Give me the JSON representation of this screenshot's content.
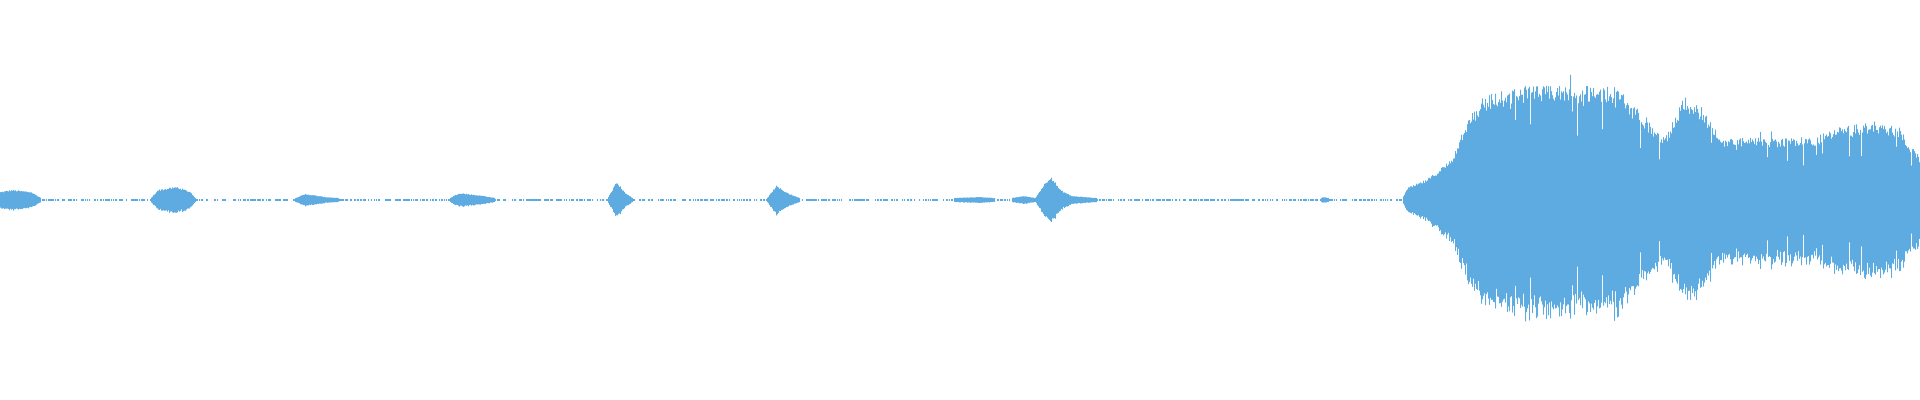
{
  "waveform": {
    "color": "#5dabe1",
    "background": "#ffffff",
    "envelope_time_percent_vs_amplitude": [
      [
        0,
        0.04
      ],
      [
        0.6,
        0.05
      ],
      [
        1.6,
        0.04
      ],
      [
        2.2,
        0.005
      ],
      [
        7.8,
        0.005
      ],
      [
        8.2,
        0.05
      ],
      [
        9.2,
        0.065
      ],
      [
        9.9,
        0.04
      ],
      [
        10.2,
        0.005
      ],
      [
        15.2,
        0.005
      ],
      [
        15.9,
        0.03
      ],
      [
        16.9,
        0.015
      ],
      [
        18.5,
        0.004
      ],
      [
        23.3,
        0.005
      ],
      [
        23.9,
        0.035
      ],
      [
        25.2,
        0.02
      ],
      [
        26.1,
        0.004
      ],
      [
        31.6,
        0.005
      ],
      [
        32.1,
        0.09
      ],
      [
        32.5,
        0.04
      ],
      [
        33.0,
        0.004
      ],
      [
        39.9,
        0.005
      ],
      [
        40.4,
        0.07
      ],
      [
        41.1,
        0.03
      ],
      [
        41.8,
        0.004
      ],
      [
        49.1,
        0.008
      ],
      [
        51.0,
        0.015
      ],
      [
        51.8,
        0.01
      ],
      [
        52.3,
        0.004
      ],
      [
        53.3,
        0.02
      ],
      [
        53.9,
        0.01
      ],
      [
        54.3,
        0.07
      ],
      [
        54.7,
        0.12
      ],
      [
        55.2,
        0.05
      ],
      [
        55.8,
        0.02
      ],
      [
        57.1,
        0.01
      ],
      [
        57.7,
        0.004
      ],
      [
        68.6,
        0.004
      ],
      [
        68.9,
        0.015
      ],
      [
        69.5,
        0.004
      ],
      [
        73.0,
        0.006
      ],
      [
        73.3,
        0.06
      ],
      [
        74.3,
        0.1
      ],
      [
        75.6,
        0.2
      ],
      [
        76.2,
        0.35
      ],
      [
        77.2,
        0.5
      ],
      [
        79.1,
        0.55
      ],
      [
        84.2,
        0.55
      ],
      [
        85.1,
        0.45
      ],
      [
        86.1,
        0.35
      ],
      [
        86.7,
        0.3
      ],
      [
        87.7,
        0.5
      ],
      [
        88.6,
        0.45
      ],
      [
        89.6,
        0.3
      ],
      [
        92.5,
        0.3
      ],
      [
        94.4,
        0.3
      ],
      [
        95.7,
        0.35
      ],
      [
        97.6,
        0.38
      ],
      [
        98.9,
        0.35
      ],
      [
        100,
        0.2
      ]
    ]
  }
}
